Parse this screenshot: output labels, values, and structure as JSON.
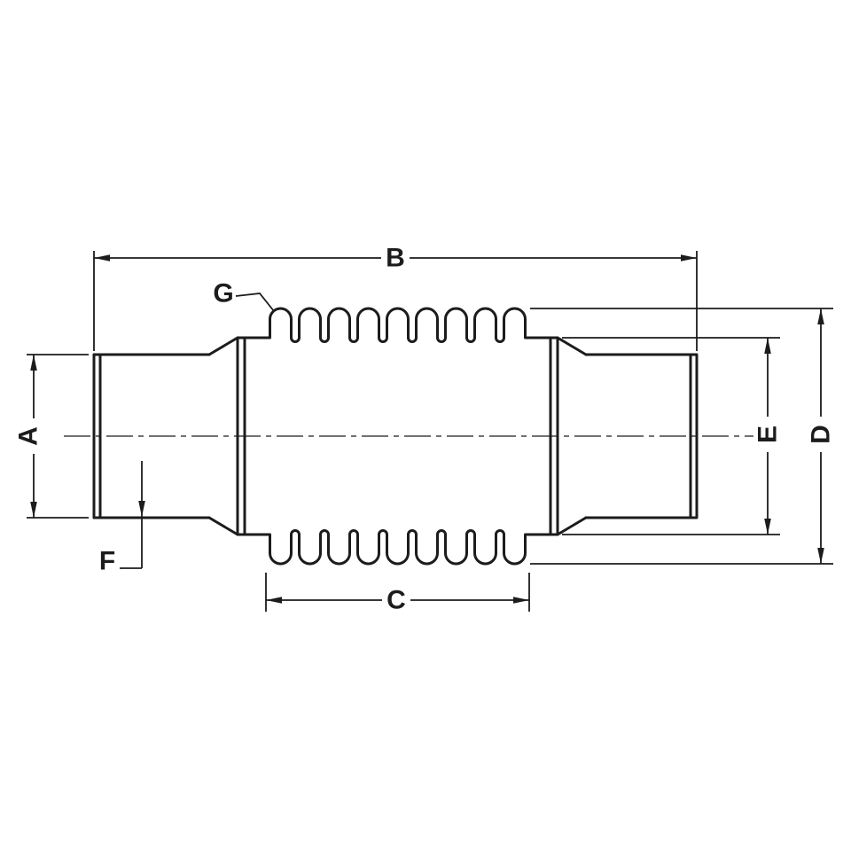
{
  "drawing": {
    "labels": {
      "A": "A",
      "B": "B",
      "C": "C",
      "D": "D",
      "E": "E",
      "F": "F",
      "G": "G"
    }
  },
  "colors": {
    "line": "#1c1c1c",
    "background": "#ffffff"
  }
}
